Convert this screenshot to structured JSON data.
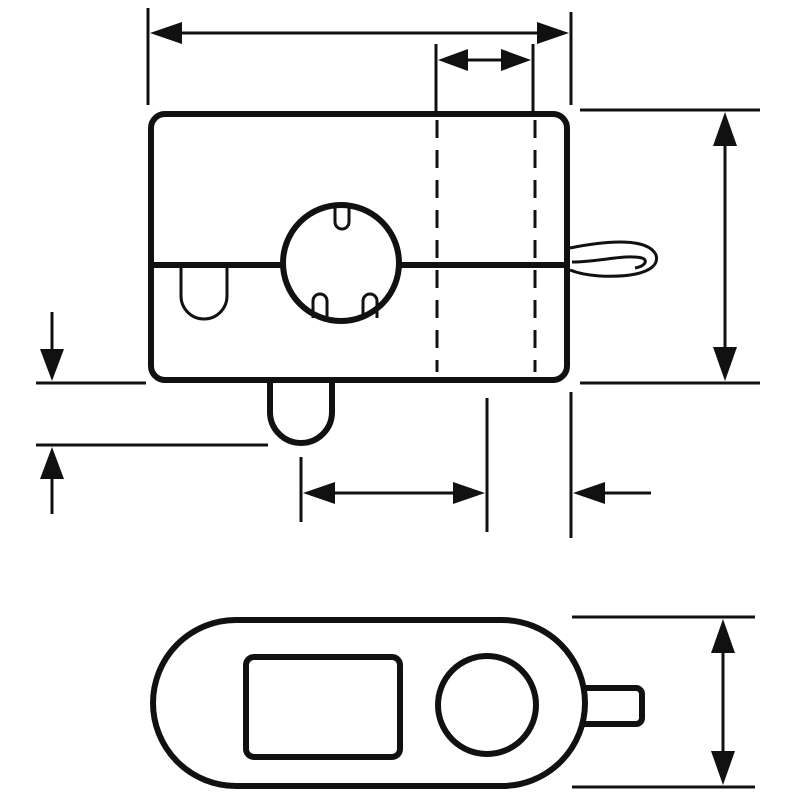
{
  "figure": {
    "type": "technical drawing",
    "views": [
      "front-view",
      "bottom-view"
    ],
    "ink_color": "#111111",
    "paper_color": "#ffffff"
  }
}
